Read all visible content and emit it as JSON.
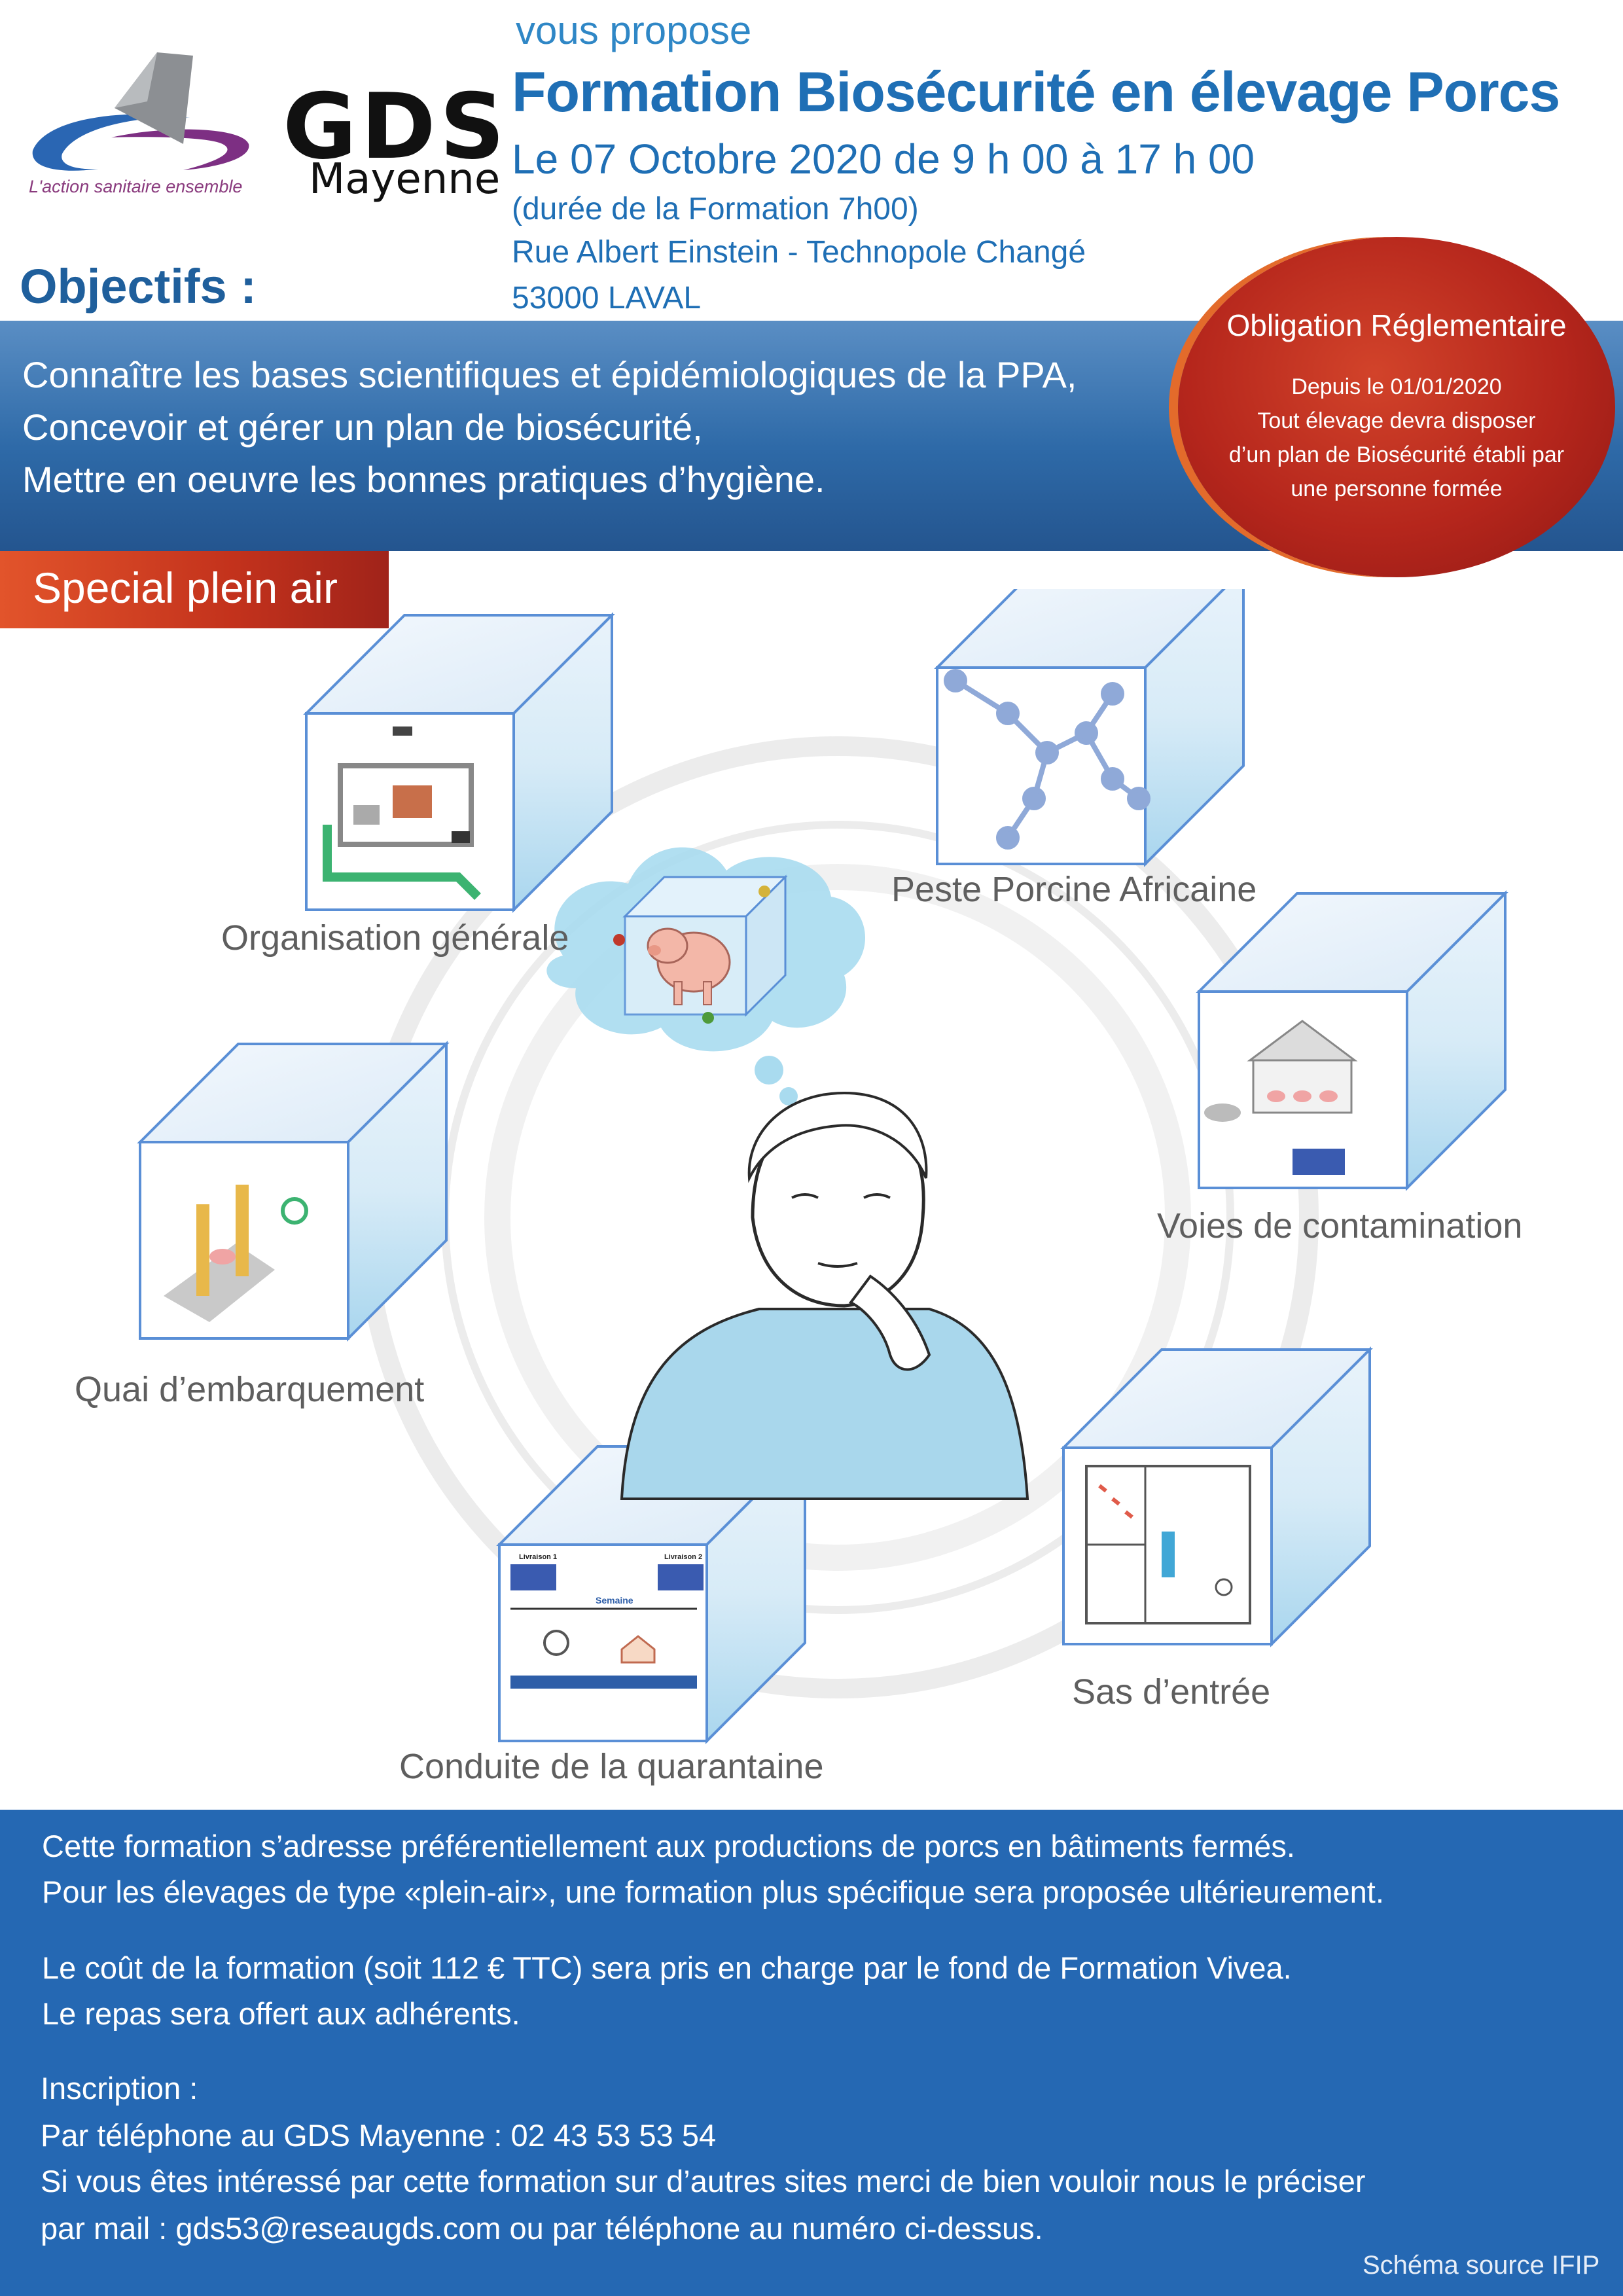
{
  "header": {
    "logo_tagline": "L'action sanitaire ensemble",
    "logo_gds": "GDS",
    "logo_mayenne": "Mayenne",
    "propose": "vous propose",
    "title": "Formation Biosécurité en élevage Porcs",
    "date": "Le 07 Octobre 2020 de 9 h 00 à 17 h 00",
    "duration": "(durée de la Formation 7h00)",
    "address_line1": "Rue Albert Einstein - Technopole Changé",
    "address_line2": "53000 LAVAL"
  },
  "objectives": {
    "heading": "Objectifs :",
    "items": [
      "Connaître les bases scientifiques et épidémiologiques de la PPA,",
      "Concevoir et gérer un plan de biosécurité,",
      "Mettre en oeuvre les bonnes pratiques d’hygiène."
    ]
  },
  "obligation": {
    "title": "Obligation Réglementaire",
    "lines": [
      "Depuis le  01/01/2020",
      "Tout élevage devra disposer",
      "d’un plan de Biosécurité établi par",
      "une personne formée"
    ]
  },
  "special_label": "Special plein air",
  "topics": {
    "organisation": "Organisation générale",
    "ppa": "Peste Porcine Africaine",
    "voies": "Voies de contamination",
    "quai": "Quai d’embarquement",
    "sas": "Sas d’entrée",
    "quarantaine": "Conduite de la quarantaine"
  },
  "diagram_text": {
    "limitation1": "Livraison 1",
    "limitation2": "Livraison 2",
    "semaine": "Semaine"
  },
  "footer": {
    "p1_line1": "Cette formation s’adresse préférentiellement aux productions de porcs en bâtiments fermés.",
    "p1_line2": "Pour les élevages de type «plein-air», une formation plus spécifique sera proposée ultérieurement.",
    "p2_line1": "Le coût de la formation (soit 112 € TTC) sera pris en charge par le fond de Formation Vivea.",
    "p2_line2": "Le repas sera offert aux adhérents.",
    "p3_line1": "Inscription :",
    "p3_line2": "Par téléphone au GDS Mayenne : 02 43 53 53 54",
    "p3_line3": "Si vous êtes intéressé par cette formation sur d’autres sites merci de bien vouloir nous le préciser",
    "p3_line4": "par mail : gds53@reseaugds.com ou par téléphone au numéro ci-dessus.",
    "source": "Schéma source IFIP"
  },
  "colors": {
    "title_blue": "#1f6fb5",
    "band_blue": "#2e6aa8",
    "oval_red": "#b5261c",
    "special_orange": "#e2542b",
    "footer_blue": "#2568b3"
  }
}
